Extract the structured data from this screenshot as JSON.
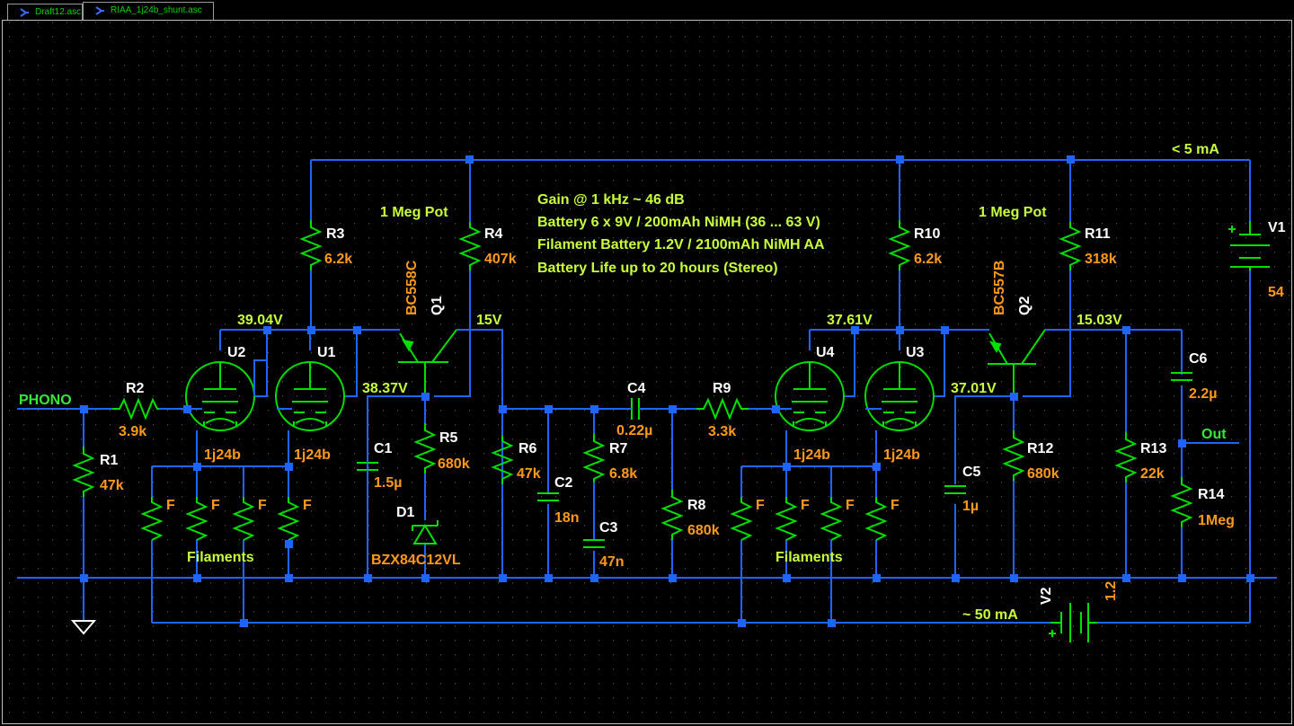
{
  "tabs": [
    {
      "label": "Draft12.asc",
      "active": false,
      "icon": "schematic-icon"
    },
    {
      "label": "RIAA_1j24b_shunt.asc",
      "active": true,
      "icon": "schematic-icon"
    }
  ],
  "colors": {
    "background": "#000000",
    "wire": "#1e64ff",
    "component": "#00e000",
    "label_orange": "#ff9a1a",
    "label_yellow": "#c8ff3a",
    "label_green": "#36e83a"
  },
  "notes": {
    "line1": "Gain @ 1 kHz ~ 46 dB",
    "line2": "Battery 6 x 9V / 200mAh NiMH (36 ... 63 V)",
    "line3": "Filament Battery 1.2V / 2100mAh NiMH AA",
    "line4": "Battery Life up to 20 hours (Stereo)"
  },
  "io": {
    "phono": "PHONO",
    "out": "Out"
  },
  "currents": {
    "supply": "< 5 mA",
    "filament": "~ 50 mA"
  },
  "pots": {
    "left": "1 Meg Pot",
    "right": "1 Meg Pot"
  },
  "filaments": {
    "left": "Filaments",
    "right": "Filaments",
    "f": "F"
  },
  "voltages": {
    "v1": "39.04V",
    "v2": "38.37V",
    "v3": "15V",
    "v4": "37.61V",
    "v5": "37.01V",
    "v6": "15.03V"
  },
  "parts": {
    "R1": {
      "name": "R1",
      "value": "47k"
    },
    "R2": {
      "name": "R2",
      "value": "3.9k"
    },
    "R3": {
      "name": "R3",
      "value": "6.2k"
    },
    "R4": {
      "name": "R4",
      "value": "407k"
    },
    "R5": {
      "name": "R5",
      "value": "680k"
    },
    "R6": {
      "name": "R6",
      "value": "47k"
    },
    "R7": {
      "name": "R7",
      "value": "6.8k"
    },
    "R8": {
      "name": "R8",
      "value": "680k"
    },
    "R9": {
      "name": "R9",
      "value": "3.3k"
    },
    "R10": {
      "name": "R10",
      "value": "6.2k"
    },
    "R11": {
      "name": "R11",
      "value": "318k"
    },
    "R12": {
      "name": "R12",
      "value": "680k"
    },
    "R13": {
      "name": "R13",
      "value": "22k"
    },
    "R14": {
      "name": "R14",
      "value": "1Meg"
    },
    "C1": {
      "name": "C1",
      "value": "1.5µ"
    },
    "C2": {
      "name": "C2",
      "value": "18n"
    },
    "C3": {
      "name": "C3",
      "value": "47n"
    },
    "C4": {
      "name": "C4",
      "value": "0.22µ"
    },
    "C5": {
      "name": "C5",
      "value": "1µ"
    },
    "C6": {
      "name": "C6",
      "value": "2.2µ"
    },
    "U1": {
      "name": "U1",
      "value": "1j24b"
    },
    "U2": {
      "name": "U2",
      "value": "1j24b"
    },
    "U3": {
      "name": "U3",
      "value": "1j24b"
    },
    "U4": {
      "name": "U4",
      "value": "1j24b"
    },
    "Q1": {
      "name": "Q1",
      "value": "BC558C"
    },
    "Q2": {
      "name": "Q2",
      "value": "BC557B"
    },
    "D1": {
      "name": "D1",
      "value": "BZX84C12VL"
    },
    "V1": {
      "name": "V1",
      "value": "54"
    },
    "V2": {
      "name": "V2",
      "value": "1.2"
    }
  }
}
